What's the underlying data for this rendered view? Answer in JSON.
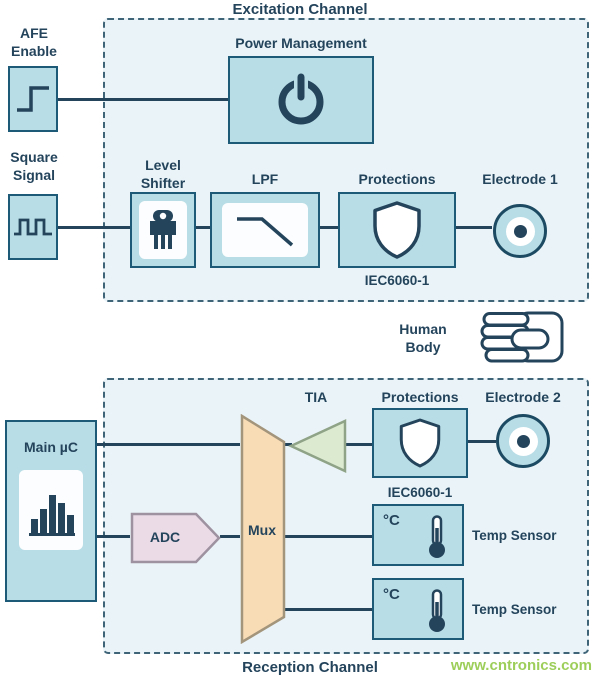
{
  "diagram": {
    "excitation": {
      "title": "Excitation Channel",
      "afe_enable_label": "AFE Enable",
      "power_management_label": "Power Management",
      "square_signal_label": "Square Signal",
      "level_shifter_label": "Level Shifter",
      "lpf_label": "LPF",
      "protections_label": "Protections",
      "protections_standard": "IEC6060-1",
      "electrode1_label": "Electrode 1"
    },
    "human_body_label": "Human Body",
    "reception": {
      "title": "Reception Channel",
      "main_uc_label": "Main µC",
      "tia_label": "TIA",
      "protections_label": "Protections",
      "protections_standard": "IEC6060-1",
      "electrode2_label": "Electrode 2",
      "adc_label": "ADC",
      "mux_label": "Mux",
      "temp_sensor1": {
        "unit": "°C",
        "label": "Temp Sensor"
      },
      "temp_sensor2": {
        "unit": "°C",
        "label": "Temp Sensor"
      }
    },
    "watermark": "www.cntronics.com",
    "colors": {
      "block_fill": "#b9dde6",
      "block_border": "#1d5a77",
      "panel_fill": "#eaf4f8",
      "panel_border": "#3f6478",
      "ink": "#24445c",
      "tia_fill": "#dcead0",
      "adc_fill": "#eadbe7",
      "mux_fill": "#f8dcb6",
      "watermark_green": "#8cc63e"
    }
  }
}
